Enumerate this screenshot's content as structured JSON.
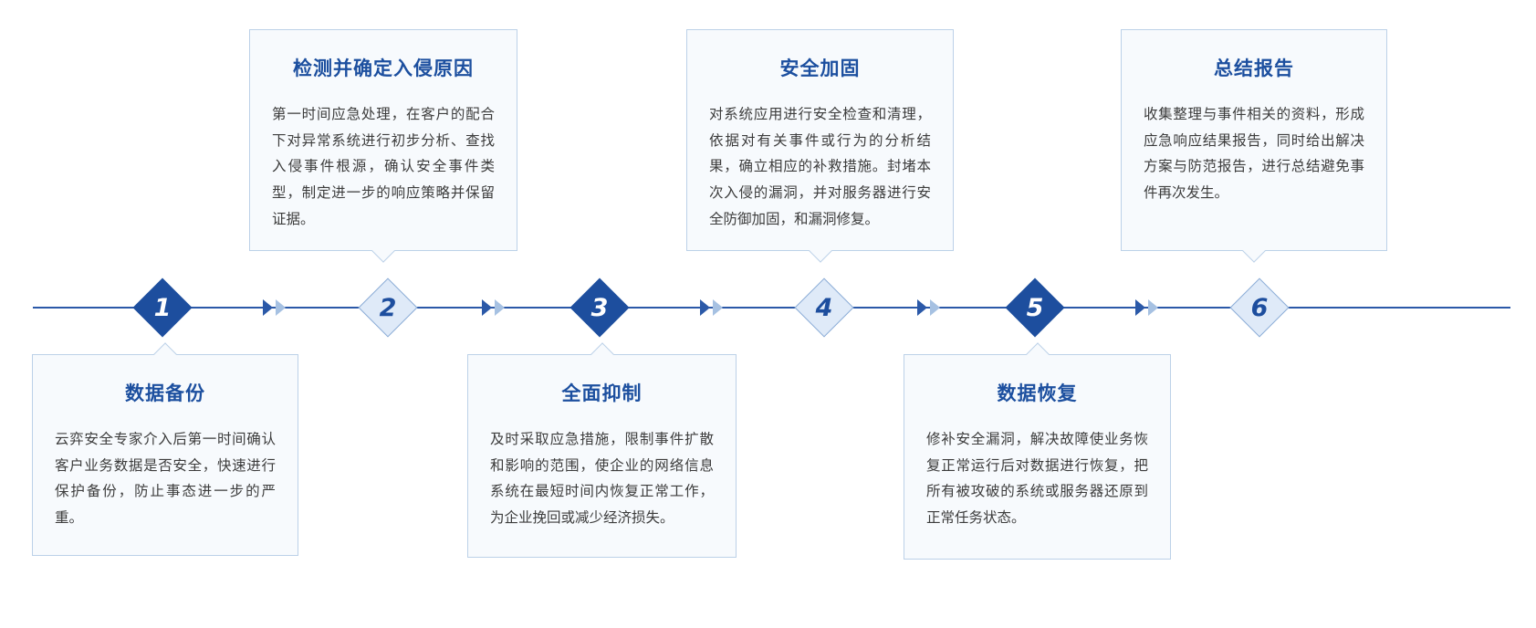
{
  "colors": {
    "accent": "#1d4e9e",
    "axis": "#2b59a8",
    "light_diamond_fill": "#dfeaf8",
    "card_bg": "#f7fafd",
    "card_border": "#bcd1e8",
    "chevron_dark": "#2b59a8",
    "chevron_light": "#a6c1e2",
    "title_text": "#1c4f9f",
    "body_text": "#3c3c3c"
  },
  "steps": [
    {
      "num": "1",
      "title": "数据备份",
      "body": "云弈安全专家介入后第一时间确认客户业务数据是否安全，快速进行保护备份，防止事态进一步的严重。",
      "position": "below"
    },
    {
      "num": "2",
      "title": "检测并确定入侵原因",
      "body": "第一时间应急处理，在客户的配合下对异常系统进行初步分析、查找入侵事件根源，确认安全事件类型，制定进一步的响应策略并保留证据。",
      "position": "above"
    },
    {
      "num": "3",
      "title": "全面抑制",
      "body": "及时采取应急措施，限制事件扩散和影响的范围，使企业的网络信息系统在最短时间内恢复正常工作，为企业挽回或减少经济损失。",
      "position": "below"
    },
    {
      "num": "4",
      "title": "安全加固",
      "body": "对系统应用进行安全检查和清理，依据对有关事件或行为的分析结果，确立相应的补救措施。封堵本次入侵的漏洞，并对服务器进行安全防御加固，和漏洞修复。",
      "position": "above"
    },
    {
      "num": "5",
      "title": "数据恢复",
      "body": "修补安全漏洞，解决故障使业务恢复正常运行后对数据进行恢复，把所有被攻破的系统或服务器还原到正常任务状态。",
      "position": "below"
    },
    {
      "num": "6",
      "title": "总结报告",
      "body": "收集整理与事件相关的资料，形成应急响应结果报告，同时给出解决方案与防范报告，进行总结避免事件再次发生。",
      "position": "above"
    }
  ]
}
